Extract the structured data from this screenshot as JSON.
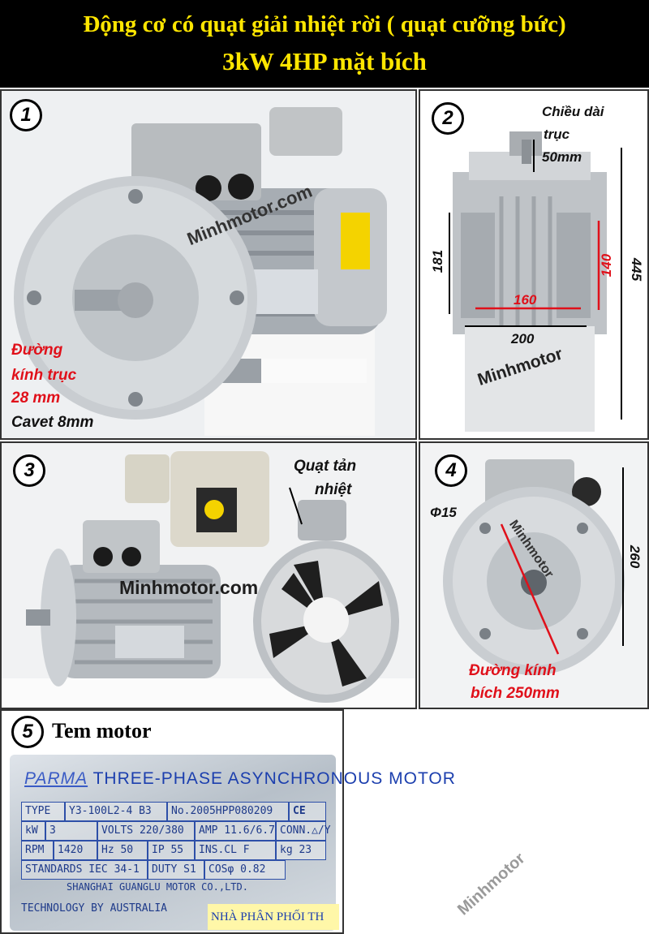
{
  "header": {
    "line1": "Động cơ có quạt giải nhiệt rời ( quạt cưỡng bức)",
    "line2": "3kW 4HP mặt bích"
  },
  "watermark": "Minhmotor",
  "watermark_com": "Minhmotor.com",
  "panel1": {
    "number": "1",
    "shaft_label_line1": "Đường",
    "shaft_label_line2": "kính trục",
    "shaft_label_line3": "28 mm",
    "cavet": "Cavet 8mm"
  },
  "panel2": {
    "number": "2",
    "shaft_length_line1": "Chiều dài",
    "shaft_length_line2": "trục",
    "shaft_length_line3": "50mm",
    "dim_181": "181",
    "dim_140": "140",
    "dim_445": "445",
    "dim_160": "160",
    "dim_200": "200"
  },
  "panel3": {
    "number": "3",
    "fan_label_line1": "Quạt tản",
    "fan_label_line2": "nhiệt"
  },
  "panel4": {
    "number": "4",
    "hole": "Φ15",
    "dim_260": "260",
    "flange_line1": "Đường kính",
    "flange_line2": "bích 250mm"
  },
  "panel5": {
    "number": "5",
    "title": "Tem motor",
    "plate": {
      "brand": "PARMA",
      "heading": "THREE-PHASE ASYNCHRONOUS MOTOR",
      "type_label": "TYPE",
      "type_value": "Y3-100L2-4 B3",
      "no": "No.2005HPP080209",
      "ce": "CE",
      "kw_label": "kW",
      "kw_value": "3",
      "volts": "VOLTS 220/380",
      "amp": "AMP 11.6/6.7",
      "conn": "CONN.△/Y",
      "rpm_label": "RPM",
      "rpm_value": "1420",
      "hz": "Hz 50",
      "ip": "IP  55",
      "ins": "INS.CL  F",
      "kg": "kg  23",
      "standards": "STANDARDS IEC 34-1",
      "duty": "DUTY  S1",
      "cos": "COSφ 0.82",
      "maker": "SHANGHAI GUANGLU MOTOR CO.,LTD.",
      "tech": "TECHNOLOGY BY  AUSTRALIA",
      "dealer": "NHÀ PHÂN PHỐI TH"
    }
  },
  "colors": {
    "header_bg": "#000000",
    "header_text": "#ffe600",
    "label_red": "#e0101a",
    "plate_blue": "#1c3fae"
  }
}
